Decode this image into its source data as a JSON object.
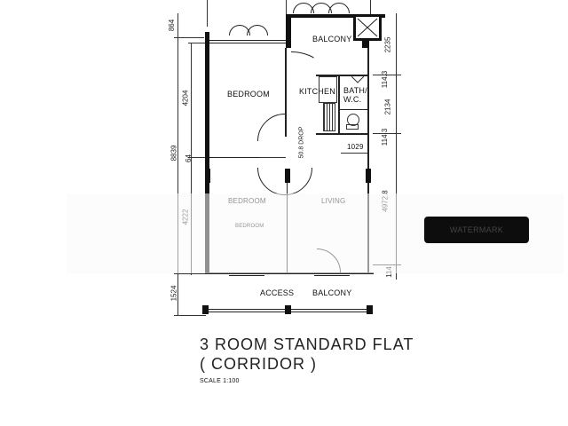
{
  "plan": {
    "title_line1": "3 ROOM STANDARD FLAT",
    "title_line2": "( CORRIDOR )",
    "scale": "SCALE  1:100"
  },
  "rooms": {
    "balcony": "BALCONY",
    "bedroom_top": "BEDROOM",
    "kitchen": "KITCHEN",
    "bath_line1": "BATH/",
    "bath_line2": "W.C.",
    "bedroom_bottom": "BEDROOM",
    "bedroom_bottom_sub": "BEDROOM",
    "living": "LIVING",
    "access_balcony_left": "ACCESS",
    "access_balcony_right": "BALCONY"
  },
  "dimensions": {
    "left": {
      "d864": "864",
      "d4204": "4204",
      "d8839": "8839",
      "d64": "64",
      "d4222": "4222",
      "d1524": "1524"
    },
    "right": {
      "d2235": "2235",
      "d1143a": "114.3",
      "d2134": "2134",
      "d1143b": "114.3",
      "d4972": "4972.8",
      "d114bottom": "114"
    },
    "inner": {
      "d1029": "1029",
      "drop": "50.8 DROP"
    }
  },
  "watermark": {
    "text": "WATERMARK"
  }
}
